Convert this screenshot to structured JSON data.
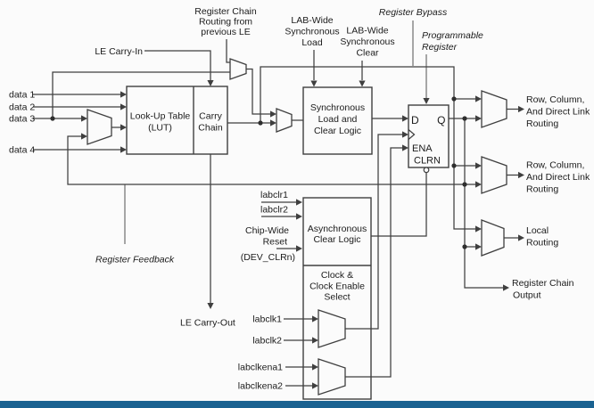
{
  "colors": {
    "wire": "#3f3f3f",
    "text": "#1b1b1b",
    "bottom_bar": "#1a6291",
    "background": "#fbfbfb"
  },
  "blocks": {
    "lut": [
      "Look-Up Table",
      "(LUT)"
    ],
    "carry_chain": [
      "Carry",
      "Chain"
    ],
    "sync_load_clear": [
      "Synchronous",
      "Load and",
      "Clear Logic"
    ],
    "async_clear": [
      "Asynchronous",
      "Clear Logic"
    ],
    "clock_enable_select": [
      "Clock &",
      "Clock Enable",
      "Select"
    ],
    "register": {
      "d": "D",
      "q": "Q",
      "ena": "ENA",
      "clrn": "CLRN"
    }
  },
  "inputs": {
    "data1": "data 1",
    "data2": "data 2",
    "data3": "data 3",
    "data4": "data 4",
    "le_carry_in": "LE Carry-In",
    "labclr1": "labclr1",
    "labclr2": "labclr2",
    "chip_wide_reset": [
      "Chip-Wide",
      "Reset",
      "(DEV_CLRn)"
    ],
    "labclk1": "labclk1",
    "labclk2": "labclk2",
    "labclkena1": "labclkena1",
    "labclkena2": "labclkena2"
  },
  "top_labels": {
    "register_chain_routing": [
      "Register Chain",
      "Routing from",
      "previous LE"
    ],
    "lab_wide_sync_load": [
      "LAB-Wide",
      "Synchronous",
      "Load"
    ],
    "lab_wide_sync_clear": [
      "LAB-Wide",
      "Synchronous",
      "Clear"
    ],
    "register_bypass": "Register Bypass",
    "programmable_register": [
      "Programmable",
      "Register"
    ]
  },
  "outputs": {
    "row_column_1": [
      "Row, Column,",
      "And Direct Link",
      "Routing"
    ],
    "row_column_2": [
      "Row, Column,",
      "And Direct Link",
      "Routing"
    ],
    "local_routing": [
      "Local",
      "Routing"
    ],
    "register_chain_output": [
      "Register Chain",
      "Output"
    ],
    "le_carry_out": "LE Carry-Out"
  },
  "annotations": {
    "register_feedback": "Register Feedback"
  }
}
